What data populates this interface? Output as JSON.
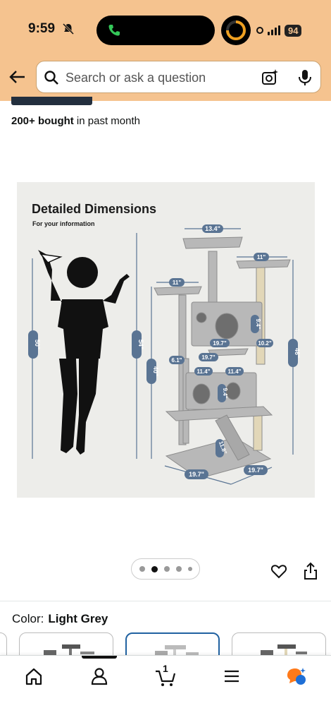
{
  "status_bar": {
    "time": "9:59",
    "battery": "94"
  },
  "header": {
    "search_placeholder": "Search or ask a question"
  },
  "product": {
    "bought_bold": "200+ bought",
    "bought_rest": " in past month",
    "image": {
      "title": "Detailed Dimensions",
      "subtitle": "For your information",
      "labels": {
        "kid_height": "50\"",
        "total_height": "54\"",
        "mid_height": "40\"",
        "right_height": "46\"",
        "top_width": "13.4\"",
        "top_right": "11\"",
        "left_platform": "11\"",
        "platform_depth": "19.7\"",
        "hammock_width": "19.7\"",
        "side_perch": "6.1\"",
        "condo_height": "9.4\"",
        "condo_depth": "10.2\"",
        "lower_w1": "11.4\"",
        "lower_w2": "11.4\"",
        "lower_height": "9.4\"",
        "ramp": "11.8\"",
        "base_w": "19.7\"",
        "base_d": "19.7\""
      }
    },
    "carousel": {
      "count": 5,
      "active_index": 1
    },
    "color_label": "Color:",
    "color_value": "Light Grey"
  },
  "icons": {
    "back": "back-arrow-icon",
    "search": "search-icon",
    "camera": "camera-icon",
    "mic": "mic-icon",
    "heart": "heart-icon",
    "share": "share-icon",
    "home": "home-icon",
    "account": "account-icon",
    "cart": "cart-icon",
    "menu": "menu-icon",
    "rufus": "rufus-icon"
  },
  "bottom_nav": {
    "cart_count": "1"
  },
  "colors": {
    "header_bg": "#f5c38f",
    "dim_blue": "#5a7493",
    "tree_grey": "#b8b8b8",
    "selected_border": "#2162a1"
  }
}
